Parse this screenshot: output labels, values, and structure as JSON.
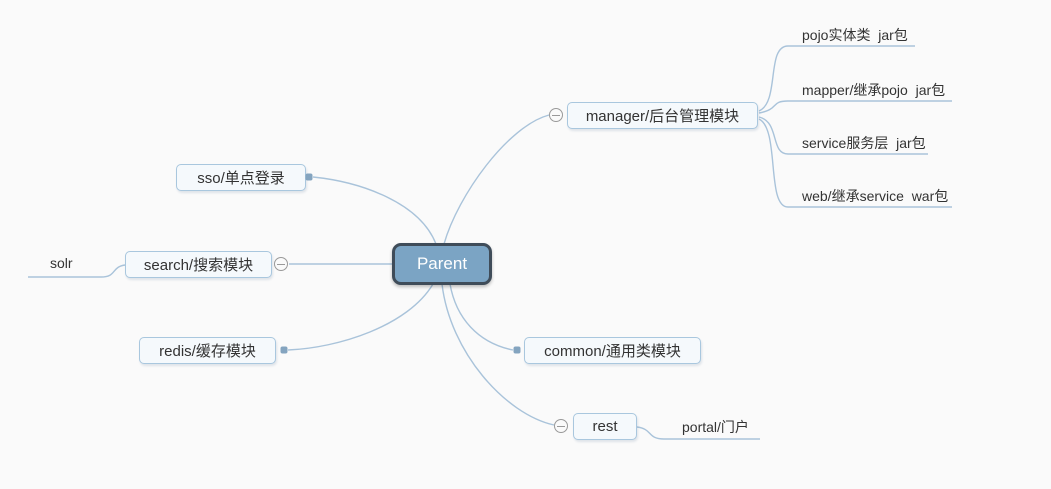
{
  "diagram": {
    "type": "mindmap",
    "root": {
      "label": "Parent"
    },
    "branches": {
      "manager": {
        "label": "manager/后台管理模块",
        "collapse_state": "expanded"
      },
      "sso": {
        "label": "sso/单点登录"
      },
      "search": {
        "label": "search/搜索模块",
        "collapse_state": "expanded"
      },
      "redis": {
        "label": "redis/缓存模块"
      },
      "common": {
        "label": "common/通用类模块"
      },
      "rest": {
        "label": "rest",
        "collapse_state": "expanded"
      }
    },
    "leaves": {
      "pojo": {
        "label": "pojo实体类  jar包",
        "parent": "manager"
      },
      "mapper": {
        "label": "mapper/继承pojo  jar包",
        "parent": "manager"
      },
      "service": {
        "label": "service服务层  jar包",
        "parent": "manager"
      },
      "web": {
        "label": "web/继承service  war包",
        "parent": "manager"
      },
      "solr": {
        "label": "solr",
        "parent": "search"
      },
      "portal": {
        "label": "portal/门户",
        "parent": "rest"
      }
    },
    "colors": {
      "bg": "#fafafa",
      "edge_color": "#a9c3da",
      "node_fill": "#f5f9fc",
      "node_border": "#a9c7de",
      "root_fill": "#7ba4c4",
      "root_border": "#3f4c59",
      "text_color": "#333333",
      "icon_color": "#999999",
      "dot_color": "#84a4bf"
    }
  }
}
